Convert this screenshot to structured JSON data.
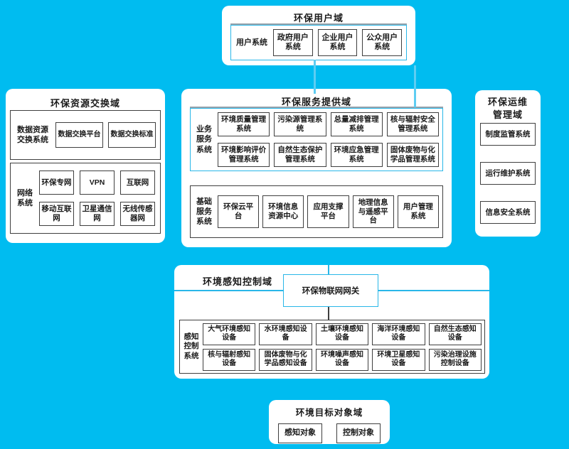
{
  "colors": {
    "background": "#00BCF0",
    "accent_cyan": "#29B7E8",
    "connector_cyan": "#5ECDF2",
    "box_border": "#3F3F3F",
    "panel": "#FFFFFF",
    "text": "#1A1A1A"
  },
  "domains": [
    {
      "id": "user",
      "title": "环保用户域",
      "groups": [
        {
          "label": "用户系统",
          "items": [
            "政府用户系统",
            "企业用户系统",
            "公众用户系统"
          ]
        }
      ]
    },
    {
      "id": "exchange",
      "title": "环保资源交换域",
      "groups": [
        {
          "label": "数据资源交换系统",
          "items": [
            "数据交换平台",
            "数据交换标准"
          ]
        },
        {
          "label": "网络系统",
          "items": [
            "环保专网",
            "VPN",
            "互联网",
            "移动互联网",
            "卫星通信网",
            "无线传感器网"
          ]
        }
      ]
    },
    {
      "id": "service",
      "title": "环保服务提供域",
      "groups": [
        {
          "label": "业务服务系统",
          "items": [
            "环境质量管理系统",
            "污染源管理系统",
            "总量减排管理系统",
            "核与辐射安全管理系统",
            "环境影响评价管理系统",
            "自然生态保护管理系统",
            "环境应急管理系统",
            "固体废物与化学品管理系统"
          ]
        },
        {
          "label": "基础服务系统",
          "items": [
            "环保云平台",
            "环境信息资源中心",
            "应用支撑平台",
            "地理信息与遥感平台",
            "用户管理系统"
          ]
        }
      ]
    },
    {
      "id": "ops",
      "title": "环保运维管理域",
      "items": [
        "制度监管系统",
        "运行维护系统",
        "信息安全系统"
      ]
    },
    {
      "id": "sensing",
      "title": "环境感知控制域",
      "gateway": "环保物联网网关",
      "groups": [
        {
          "label": "感知控制系统",
          "items": [
            "大气环境感知设备",
            "水环境感知设备",
            "土壤环境感知设备",
            "海洋环境感知设备",
            "自然生态感知设备",
            "核与辐射感知设备",
            "固体废物与化学品感知设备",
            "环境噪声感知设备",
            "环境卫星感知设备",
            "污染治理设施控制设备"
          ]
        }
      ]
    },
    {
      "id": "target",
      "title": "环境目标对象域",
      "items": [
        "感知对象",
        "控制对象"
      ]
    }
  ]
}
